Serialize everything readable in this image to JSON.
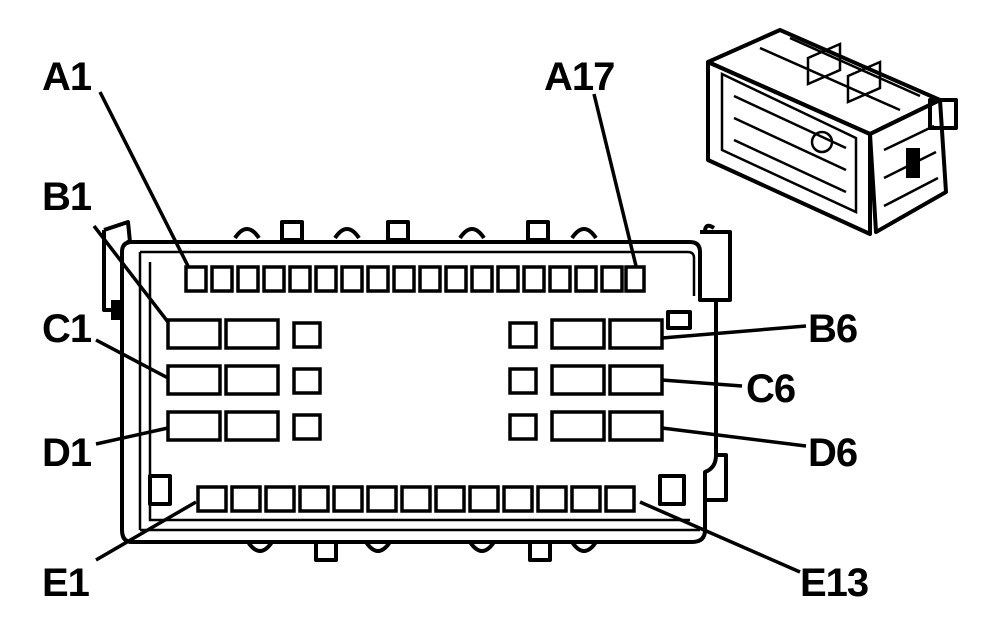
{
  "labels": {
    "a1": "A1",
    "a17": "A17",
    "b1": "B1",
    "c1": "C1",
    "d1": "D1",
    "e1": "E1",
    "b6": "B6",
    "c6": "C6",
    "d6": "D6",
    "e13": "E13"
  },
  "connector": {
    "row_a_pins": 17,
    "row_e_pins": 13,
    "rows_bcd_left_large": 2,
    "rows_bcd_left_small": 1,
    "rows_bcd_right_small": 1,
    "rows_bcd_right_large": 2
  },
  "icons": {
    "main": "connector-face-icon",
    "inset": "connector-3d-icon"
  }
}
